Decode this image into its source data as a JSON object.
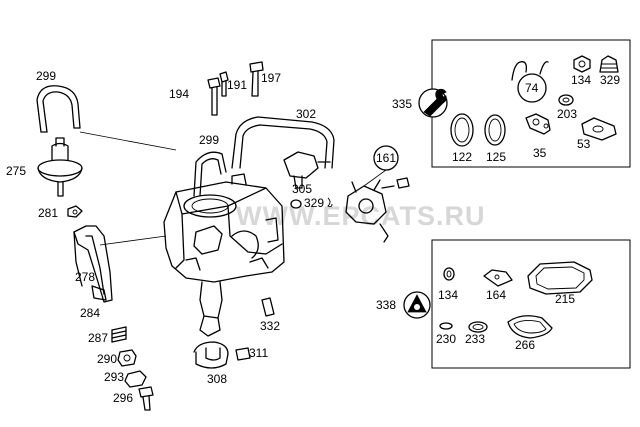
{
  "watermark": "WWW.EPCATS.RU",
  "labels": {
    "p299a": "299",
    "p275": "275",
    "p281": "281",
    "p278": "278",
    "p284": "284",
    "p287": "287",
    "p290": "290",
    "p293": "293",
    "p296": "296",
    "p194": "194",
    "p191": "191",
    "p197": "197",
    "p302": "302",
    "p299b": "299",
    "p305": "305",
    "p329a": "329",
    "p332": "332",
    "p311": "311",
    "p308": "308",
    "p161": "161",
    "p335": "335",
    "p74": "74",
    "p134a": "134",
    "p329b": "329",
    "p203": "203",
    "p122": "122",
    "p125": "125",
    "p35": "35",
    "p53": "53",
    "p338": "338",
    "p134b": "134",
    "p164": "164",
    "p215": "215",
    "p230": "230",
    "p233": "233",
    "p266": "266"
  }
}
